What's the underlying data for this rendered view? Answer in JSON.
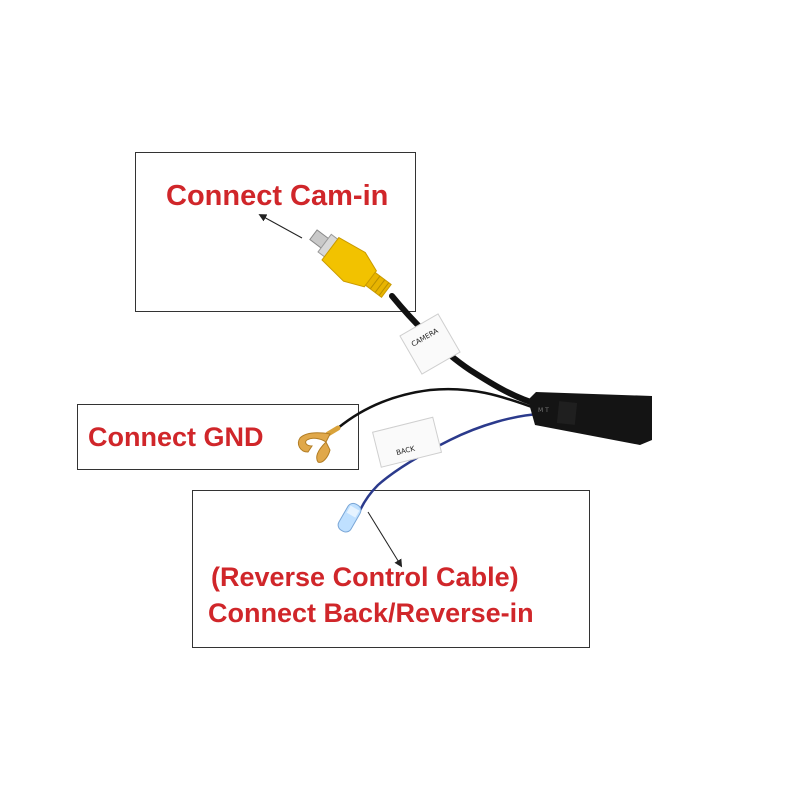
{
  "labels": {
    "cam_in": "Connect Cam-in",
    "gnd": "Connect GND",
    "reverse_line1": "(Reverse Control Cable)",
    "reverse_line2": "Connect Back/Reverse-in"
  },
  "tags": {
    "rca_tag": "CAMERA",
    "back_tag": "BACK"
  },
  "colors": {
    "label_text": "#d0262a",
    "rca_plug": "#f2c200",
    "fork_terminal": "#d9a23a",
    "blue_wire": "#2b3a8c",
    "black_wire": "#111111",
    "box_border": "#333333"
  }
}
